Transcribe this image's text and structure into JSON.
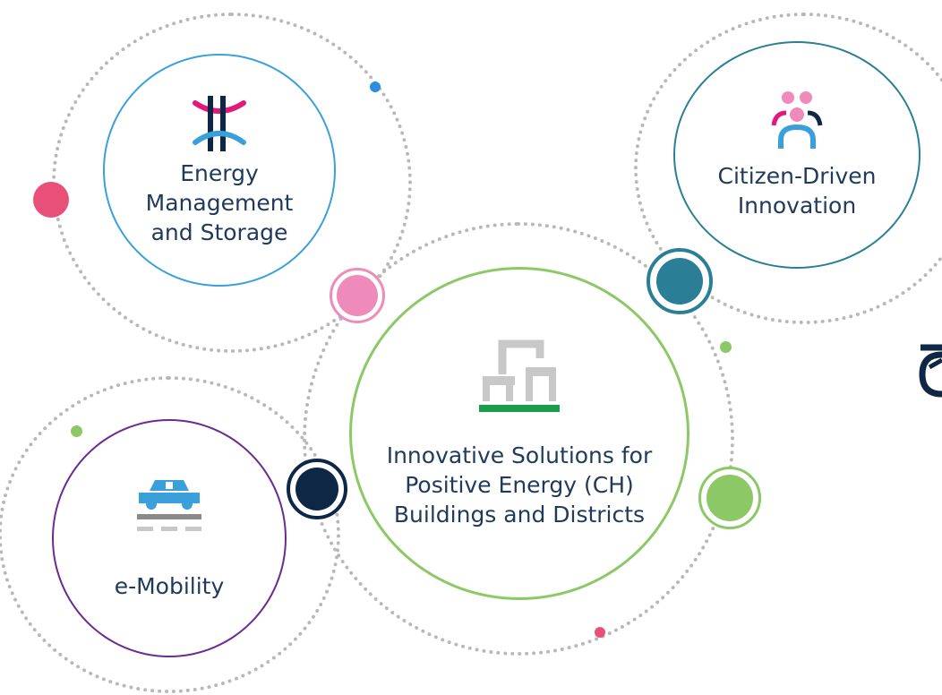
{
  "nodes": {
    "energy": {
      "label": "Energy Management and Storage",
      "color": "#3aa0dc",
      "icon": "energy-storage-icon"
    },
    "citizen": {
      "label": "Citizen-Driven Innovation",
      "color": "#2a7f96",
      "icon": "citizens-group-icon"
    },
    "positive": {
      "label": "Innovative Solutions for Positive Energy (CH) Buildings and Districts",
      "color": "#8cc866",
      "icon": "buildings-district-icon"
    },
    "mobility": {
      "label": "e-Mobility",
      "color": "#6a2c91",
      "icon": "electric-car-icon"
    }
  },
  "colors": {
    "dotted_ring": "#b8b8b8",
    "label_text": "#1f3a5a",
    "pink_dot": "#e8507a",
    "blue_dot": "#2b8fe0",
    "green_dot": "#8cc866",
    "navy_dot": "#0d2745",
    "teal_dot": "#2a7f96",
    "light_pink_dot": "#ef8bbb"
  }
}
